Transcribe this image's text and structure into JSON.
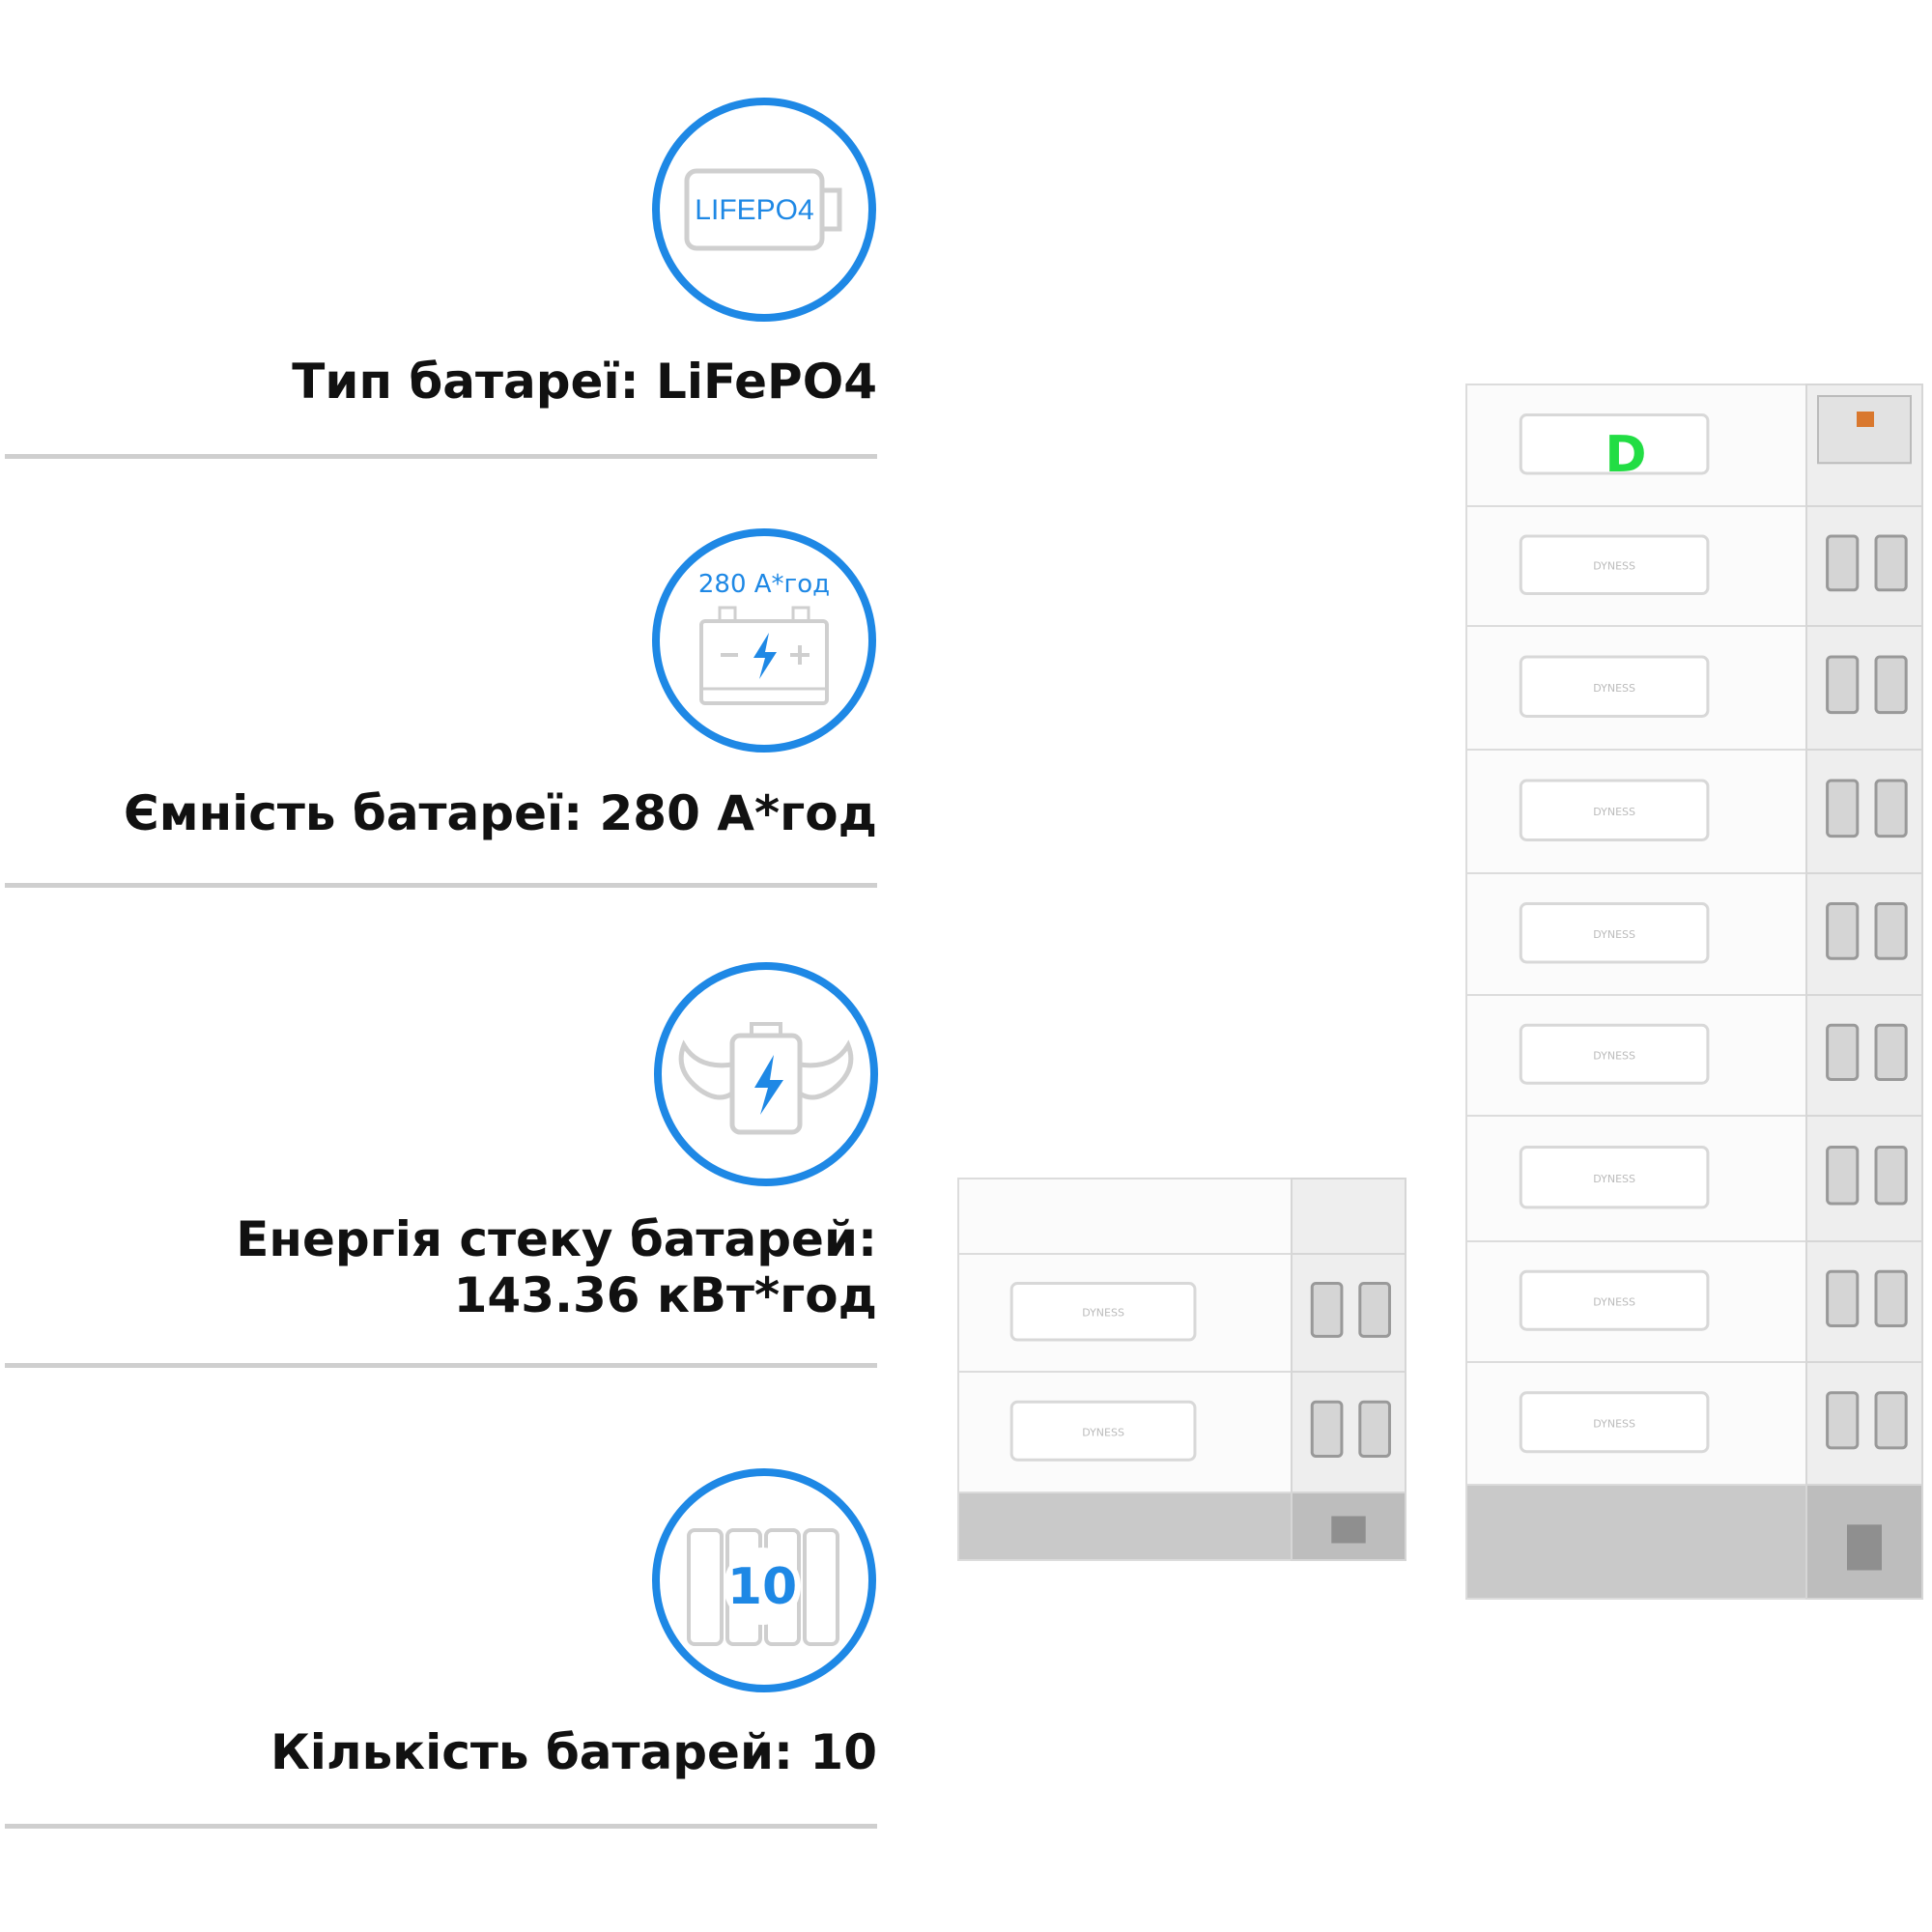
{
  "specs": [
    {
      "icon": "lifepo4-battery-icon",
      "icon_text": "LIFEPO4",
      "label": "Тип батареї: LiFePO4"
    },
    {
      "icon": "car-battery-capacity-icon",
      "icon_text": "280 А*год",
      "label": "Ємність батареї: 280 А*год"
    },
    {
      "icon": "strong-battery-icon",
      "label_line1": "Енергія стеку батарей:",
      "label_line2": "143.36 кВт*год"
    },
    {
      "icon": "battery-count-icon",
      "icon_text": "10",
      "label": "Кількість батарей: 10"
    }
  ],
  "product": {
    "brand_logo": "D",
    "module_brand": "DYNESS"
  },
  "colors": {
    "accent": "#1e88e5",
    "icon_gray": "#cfcfcf",
    "logo_green": "#22dd44",
    "divider": "#cfcfcf"
  }
}
